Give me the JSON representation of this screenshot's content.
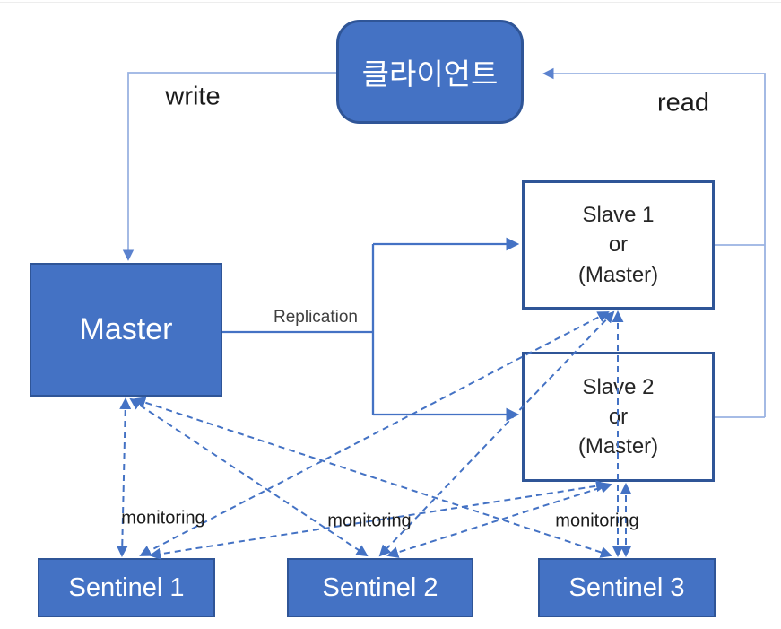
{
  "diagram": {
    "nodes": {
      "client": {
        "label": "클라이언트"
      },
      "master": {
        "label": "Master"
      },
      "slave1": {
        "lines": [
          "Slave 1",
          "or",
          "(Master)"
        ]
      },
      "slave2": {
        "lines": [
          "Slave 2",
          "or",
          "(Master)"
        ]
      },
      "sentinel1": {
        "label": "Sentinel 1"
      },
      "sentinel2": {
        "label": "Sentinel 2"
      },
      "sentinel3": {
        "label": "Sentinel 3"
      }
    },
    "edge_labels": {
      "write": "write",
      "read": "read",
      "replication": "Replication",
      "monitoring": [
        "monitoring",
        "monitoring",
        "monitoring"
      ]
    },
    "edges": [
      {
        "from": "client",
        "to": "master",
        "label": "write",
        "style": "solid"
      },
      {
        "from": "slave1",
        "to": "client",
        "label": "read",
        "style": "solid"
      },
      {
        "from": "slave2",
        "to": "client",
        "label": "read",
        "style": "solid"
      },
      {
        "from": "master",
        "to": "slave1",
        "label": "Replication",
        "style": "solid"
      },
      {
        "from": "master",
        "to": "slave2",
        "label": "Replication",
        "style": "solid"
      },
      {
        "from": "sentinel1",
        "to": "master",
        "label": "monitoring",
        "style": "dashed-bidirectional"
      },
      {
        "from": "sentinel1",
        "to": "slave1",
        "label": "monitoring",
        "style": "dashed-bidirectional"
      },
      {
        "from": "sentinel1",
        "to": "slave2",
        "label": "monitoring",
        "style": "dashed-bidirectional"
      },
      {
        "from": "sentinel2",
        "to": "master",
        "label": "monitoring",
        "style": "dashed-bidirectional"
      },
      {
        "from": "sentinel2",
        "to": "slave1",
        "label": "monitoring",
        "style": "dashed-bidirectional"
      },
      {
        "from": "sentinel2",
        "to": "slave2",
        "label": "monitoring",
        "style": "dashed-bidirectional"
      },
      {
        "from": "sentinel3",
        "to": "master",
        "label": "monitoring",
        "style": "dashed-bidirectional"
      },
      {
        "from": "sentinel3",
        "to": "slave1",
        "label": "monitoring",
        "style": "dashed-bidirectional"
      },
      {
        "from": "sentinel3",
        "to": "slave2",
        "label": "monitoring",
        "style": "dashed-bidirectional"
      }
    ],
    "colors": {
      "node_fill": "#4472C4",
      "node_border": "#2F5597",
      "slave_fill": "#FFFFFF",
      "node_text": "#FFFFFF",
      "slave_text": "#262626",
      "solid_connector": "#4472C4",
      "light_connector": "#9AB2E2",
      "dashed_connector": "#4472C4",
      "label_text": "#1B1B1B"
    }
  }
}
